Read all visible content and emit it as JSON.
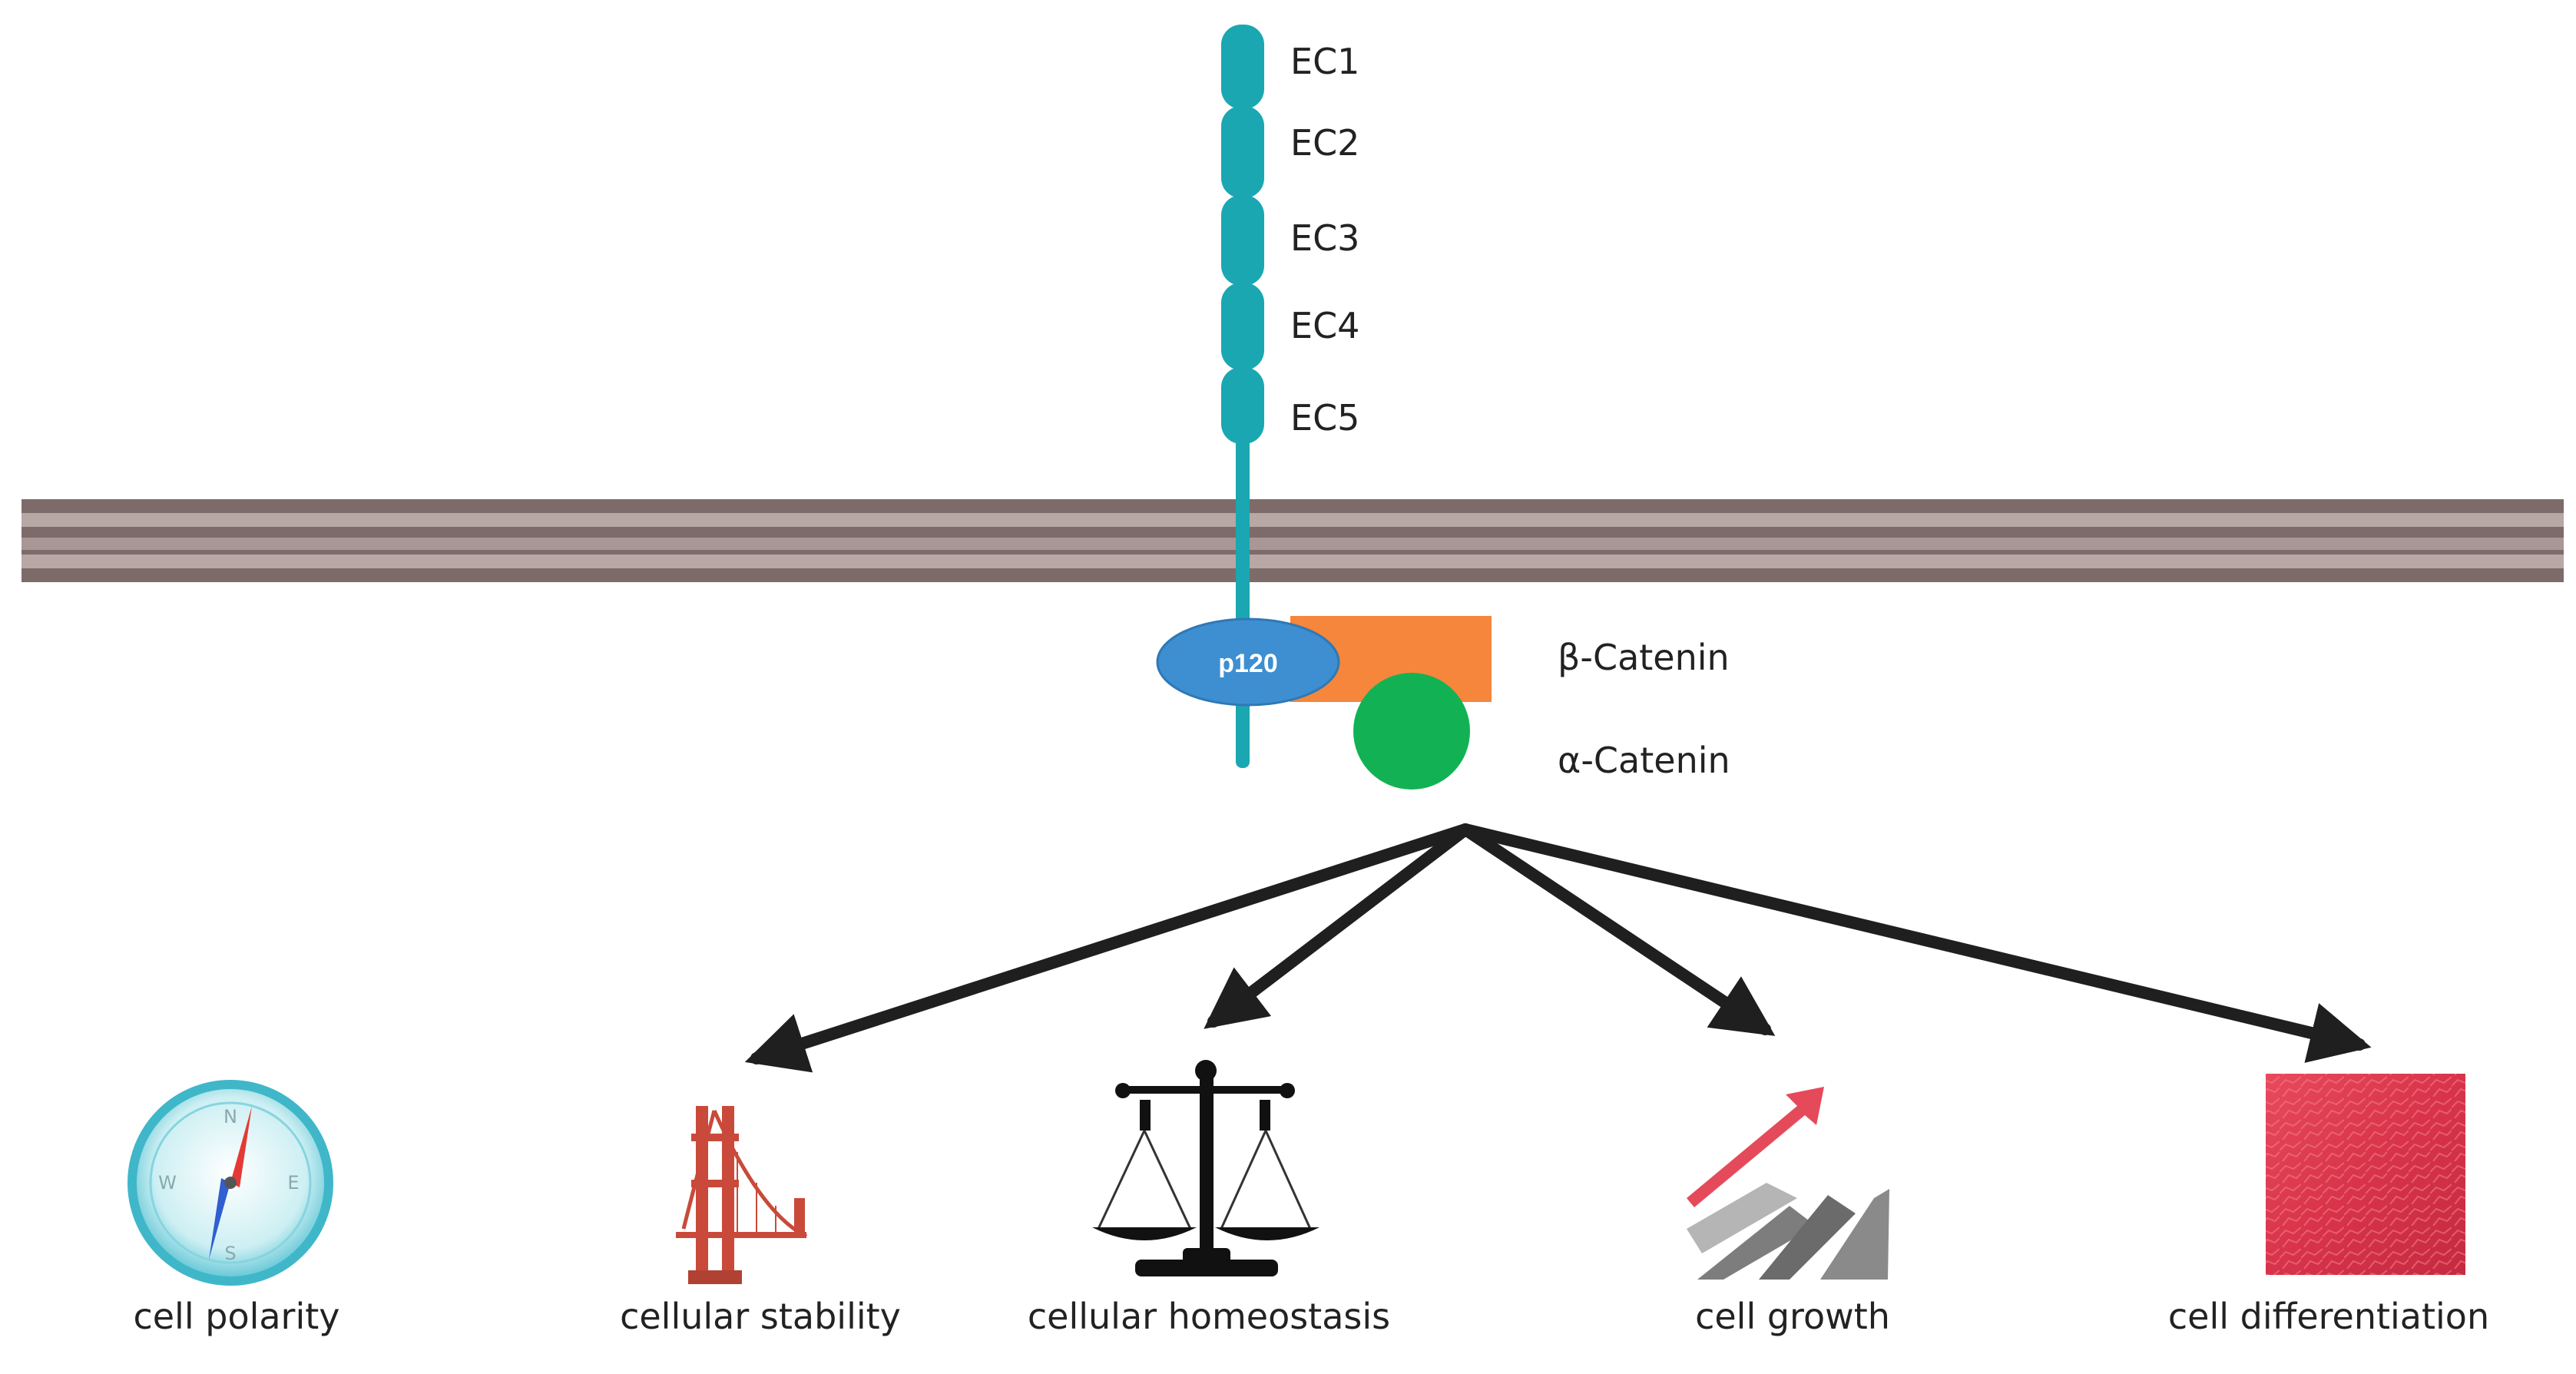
{
  "domains": [
    {
      "label": "EC1"
    },
    {
      "label": "EC2"
    },
    {
      "label": "EC3"
    },
    {
      "label": "EC4"
    },
    {
      "label": "EC5"
    }
  ],
  "proteins": {
    "p120": "p120",
    "beta_catenin": "β-Catenin",
    "alpha_catenin": "α-Catenin"
  },
  "outcomes": [
    {
      "label": "cell polarity",
      "icon": "compass-icon"
    },
    {
      "label": "cellular stability",
      "icon": "bridge-icon"
    },
    {
      "label": "cellular homeostasis",
      "icon": "balance-scale-icon"
    },
    {
      "label": "cell growth",
      "icon": "growth-arrows-icon"
    },
    {
      "label": "cell differentiation",
      "icon": "tissue-texture-icon"
    }
  ],
  "colors": {
    "cadherin": "#1aa7b2",
    "membrane_dark": "#7d6b69",
    "membrane_light": "#b7a7a5",
    "p120": "#3d8fd2",
    "beta_catenin": "#f5863b",
    "alpha_catenin": "#12b254",
    "arrow": "#1f1f1f"
  }
}
